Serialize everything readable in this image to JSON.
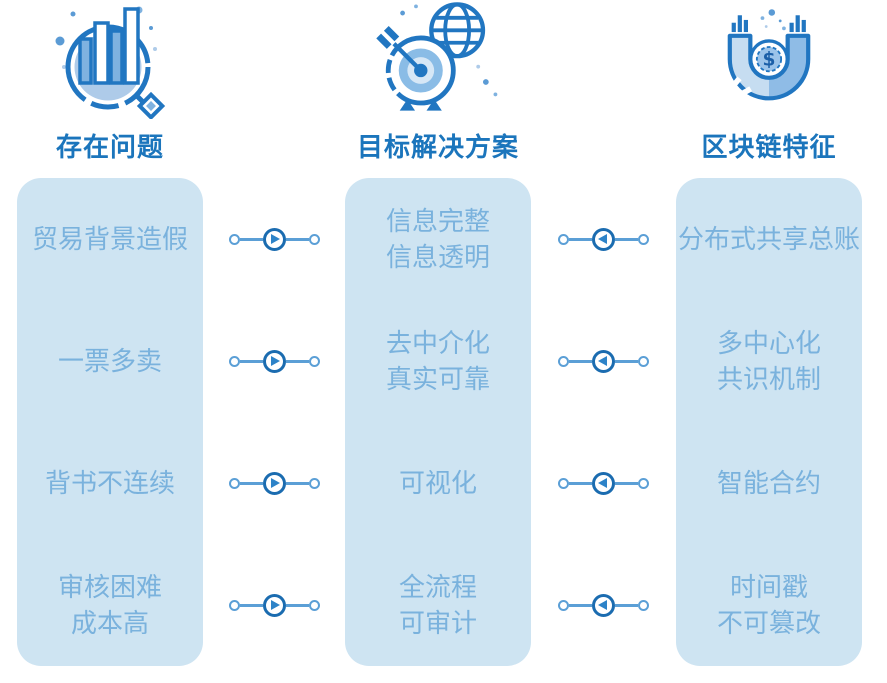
{
  "diagram": {
    "columns": [
      {
        "title": "存在问题",
        "icon": "bar-chart-magnifier-icon",
        "items": [
          "贸易背景造假",
          "一票多卖",
          "背书不连续",
          "审核困难\n成本高"
        ]
      },
      {
        "title": "目标解决方案",
        "icon": "target-globe-icon",
        "items": [
          "信息完整\n信息透明",
          "去中介化\n真实可靠",
          "可视化",
          "全流程\n可审计"
        ]
      },
      {
        "title": "区块链特征",
        "icon": "magnet-coin-icon",
        "items": [
          "分布式共享总账",
          "多中心化\n共识机制",
          "智能合约",
          "时间戳\n不可篡改"
        ]
      }
    ],
    "connectors": [
      {
        "between": "problems-to-solutions",
        "direction": "right",
        "rows": 4
      },
      {
        "between": "features-to-solutions",
        "direction": "left",
        "rows": 4
      }
    ],
    "colors": {
      "title_blue": "#1b75bc",
      "item_text_blue": "#7ab2dd",
      "box_background": "#cee4f2",
      "connector_line": "#5b9fd6",
      "connector_hub_ring": "#1b6cb0",
      "connector_arrow": "#2d83c8",
      "icon_dark_blue": "#2176c1",
      "icon_medium_blue": "#7fb2e0",
      "icon_light_blue": "#aecbe9",
      "background": "#ffffff"
    }
  }
}
